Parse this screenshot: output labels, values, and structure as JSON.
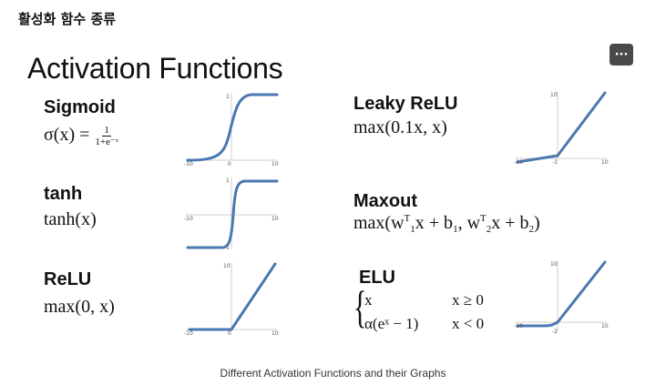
{
  "post": {
    "title": "활성화 함수 종류",
    "more_label": "···"
  },
  "figure": {
    "heading": "Activation Functions",
    "sigmoid": {
      "name": "Sigmoid",
      "lhs": "σ(x) =",
      "num": "1",
      "den": "1+e⁻ˣ",
      "ticks": {
        "xmin": "-10",
        "xmax": "10",
        "ymax": "1",
        "origin": "0"
      }
    },
    "tanh": {
      "name": "tanh",
      "formula": "tanh(x)",
      "ticks": {
        "xmin": "-10",
        "xmax": "10",
        "ymax": "1",
        "ymin": "-1"
      }
    },
    "relu": {
      "name": "ReLU",
      "formula": "max(0, x)",
      "ticks": {
        "xmin": "-10",
        "xmax": "10",
        "ymax": "10",
        "origin": "0"
      }
    },
    "leaky_relu": {
      "name": "Leaky ReLU",
      "formula": "max(0.1x, x)",
      "ticks": {
        "xmin": "-10",
        "xmax": "10",
        "ymax": "10",
        "ymin": "-1"
      }
    },
    "maxout": {
      "name": "Maxout",
      "f_a": "max(w",
      "f_sub1": "1",
      "f_sup1": "T",
      "f_b": "x + b",
      "f_sub2": "1",
      "f_c": ", w",
      "f_sub3": "2",
      "f_sup2": "T",
      "f_d": "x + b",
      "f_sub4": "2",
      "f_e": ")"
    },
    "elu": {
      "name": "ELU",
      "case1_expr": "x",
      "case1_cond": "x ≥ 0",
      "case2_expr": "α(eˣ − 1)",
      "case2_cond": "x < 0",
      "ticks": {
        "xmin": "-10",
        "xmax": "10",
        "ymax": "10",
        "ymin": "-2"
      }
    },
    "curve_color": "#4a78b0"
  },
  "caption": "Different Activation Functions and their Graphs"
}
